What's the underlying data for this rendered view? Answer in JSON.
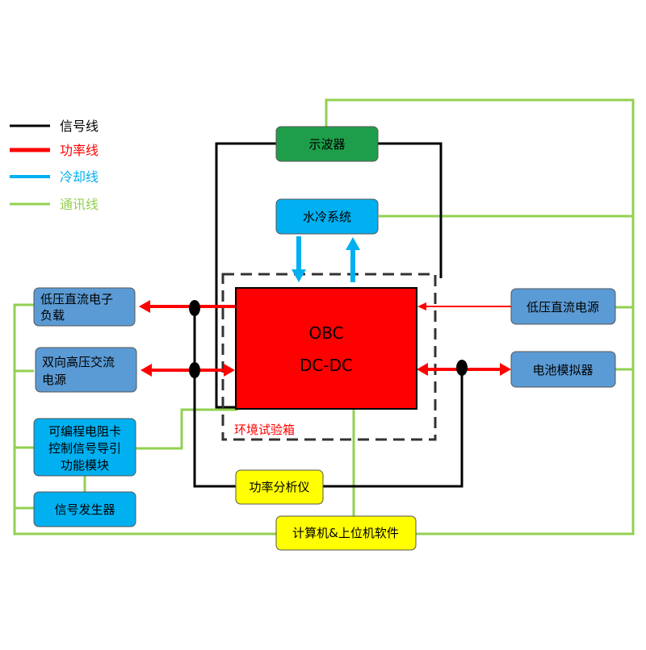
{
  "legend": {
    "signal": {
      "label": "信号线",
      "color": "#000000"
    },
    "power": {
      "label": "功率线",
      "color": "#ff0000"
    },
    "cooling": {
      "label": "冷却线",
      "color": "#00b0f0"
    },
    "comm": {
      "label": "通讯线",
      "color": "#92d050"
    }
  },
  "nodes": {
    "oscilloscope": "示波器",
    "water_cooling": "水冷系统",
    "obc_line1": "OBC",
    "obc_line2": "DC-DC",
    "env_chamber": "环境试验箱",
    "lv_dc_load_l1": "低压直流电子",
    "lv_dc_load_l2": "负载",
    "bidir_hv_ac_l1": "双向高压交流",
    "bidir_hv_ac_l2": "电源",
    "prog_res_l1": "可编程电阻卡",
    "prog_res_l2": "控制信号导引",
    "prog_res_l3": "功能模块",
    "signal_gen": "信号发生器",
    "power_analyzer": "功率分析仪",
    "computer": "计算机&上位机软件",
    "lv_dc_source": "低压直流电源",
    "battery_sim": "电池模拟器"
  },
  "colors": {
    "node_blue": "#5b9bd5",
    "node_green": "#1e9e4a",
    "node_yellow": "#ffff00",
    "obc_red": "#ff0000"
  }
}
